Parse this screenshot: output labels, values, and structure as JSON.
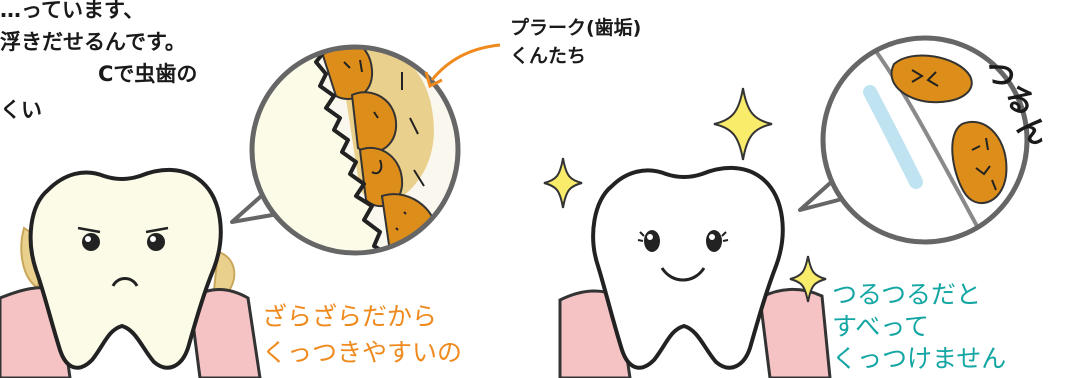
{
  "intro_text": {
    "line1": "…っています、",
    "line2": "浮きだせるんです。",
    "line3": "Cで虫歯の",
    "line4": "くい"
  },
  "plaque_label": {
    "line1": "プラーク(歯垢)",
    "line2": "くんたち"
  },
  "left_caption": {
    "line1": "ざらざらだから",
    "line2": "くっつきやすいの"
  },
  "right_caption": {
    "line1": "つるつるだと",
    "line2": "すべって",
    "line3": "くっつけません"
  },
  "sound_effect": [
    "つ",
    "る",
    "ん"
  ],
  "colors": {
    "orange_text": "#ef8a1e",
    "teal_text": "#13a6a3",
    "gum": "#f6c3c5",
    "plaque": "#dd8e1a",
    "plaque_light": "#ead08d",
    "sparkle": "#f8ec6a"
  }
}
